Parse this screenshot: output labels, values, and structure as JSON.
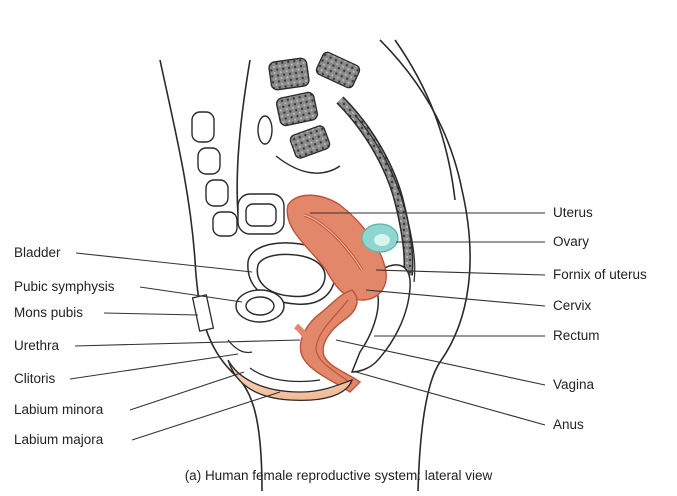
{
  "figure": {
    "left_labels": [
      "Bladder",
      "Pubic symphysis",
      "Mons pubis",
      "Urethra",
      "Clitoris",
      "Labium minora",
      "Labium majora"
    ],
    "right_labels": [
      "Uterus",
      "Ovary",
      "Fornix of uterus",
      "Cervix",
      "Rectum",
      "Vagina",
      "Anus"
    ],
    "caption": "(a) Human female reproductive system: lateral view"
  },
  "colors": {
    "uterus": "#e3876a",
    "uterus_dark": "#c9583f",
    "ovary": "#8fd6cf",
    "skin": "#f6d2b6",
    "outline": "#2a2a2a"
  }
}
